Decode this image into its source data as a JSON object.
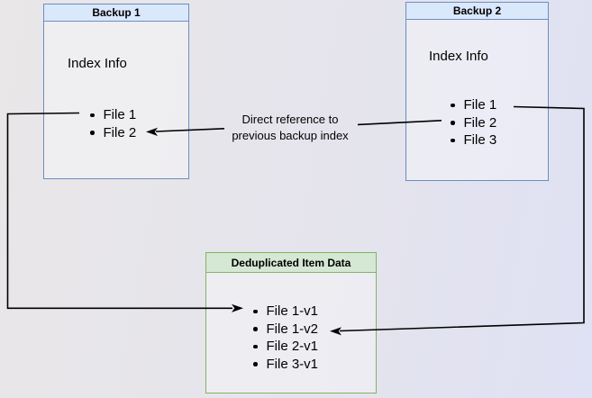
{
  "diagram": {
    "boxes": {
      "backup1": {
        "title": "Backup 1",
        "label": "Index Info",
        "items": [
          "File 1",
          "File 2"
        ]
      },
      "backup2": {
        "title": "Backup 2",
        "label": "Index Info",
        "items": [
          "File 1",
          "File 2",
          "File 3"
        ]
      },
      "dedup": {
        "title": "Deduplicated Item Data",
        "items": [
          "File 1-v1",
          "File 1-v2",
          "File 2-v1",
          "File 3-v1"
        ]
      }
    },
    "edge_label": {
      "line1": "Direct reference to",
      "line2": "previous backup index"
    },
    "edges": [
      {
        "from": "Backup 2 / File 2",
        "to": "Backup 1 / File 2",
        "label": "Direct reference to previous backup index"
      },
      {
        "from": "Backup 1 / File 1",
        "to": "Deduplicated Item Data / File 1-v1",
        "label": ""
      },
      {
        "from": "Backup 2 / File 1",
        "to": "Deduplicated Item Data / File 1-v2",
        "label": ""
      }
    ],
    "colors": {
      "blue_border": "#6c8ebf",
      "blue_fill": "#dae8fc",
      "green_border": "#82b366",
      "green_fill": "#d5e8d4",
      "edge": "#000000"
    }
  }
}
